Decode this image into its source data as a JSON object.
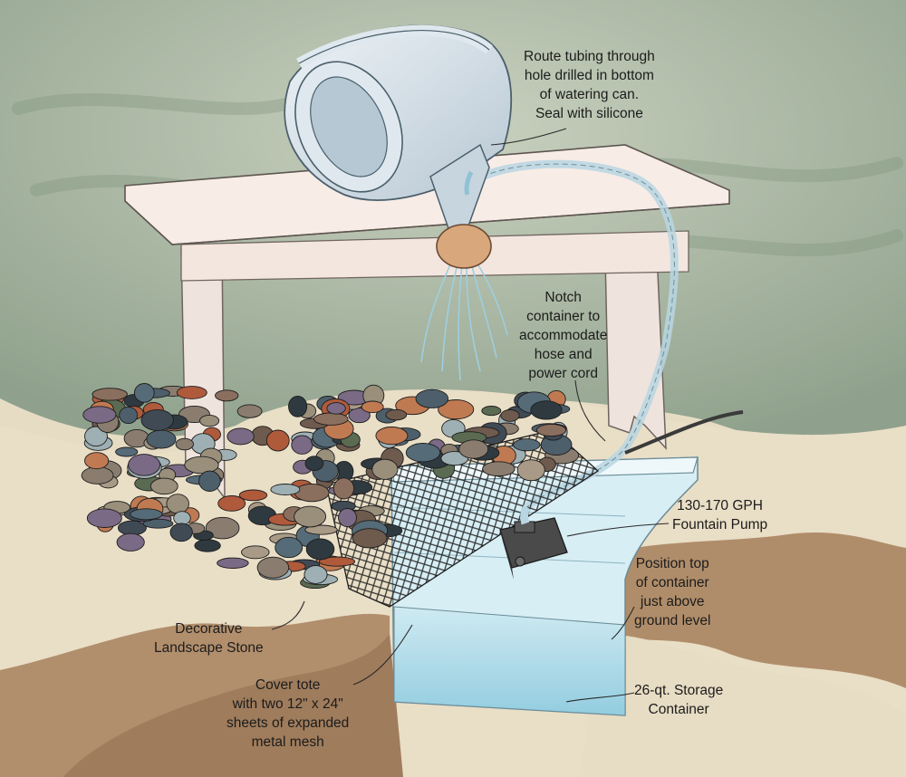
{
  "labels": {
    "watering_can": "Route tubing through\nhole drilled in bottom\nof watering can.\nSeal with silicone",
    "notch": "Notch\ncontainer to\naccommodate\nhose and\npower cord",
    "pump": "130-170 GPH\nFountain Pump",
    "position": "Position top\nof container\njust above\nground level",
    "stone": "Decorative\nLandscape Stone",
    "mesh": "Cover tote\nwith two 12\" x 24\"\nsheets of expanded\nmetal mesh",
    "container": "26-qt. Storage\nContainer"
  },
  "colors": {
    "sky_wash": "#9aab93",
    "sand": "#e6dcc4",
    "earth": "#b08d6a",
    "bench": "#f5e8e3",
    "can": "#cdd9e3",
    "water": "#9fd3e2",
    "pump": "#3a3a3a"
  },
  "icons": [
    "watering-can-icon",
    "bench-icon",
    "pump-icon",
    "storage-container-icon",
    "mesh-grid-icon",
    "stone-pile-icon"
  ]
}
